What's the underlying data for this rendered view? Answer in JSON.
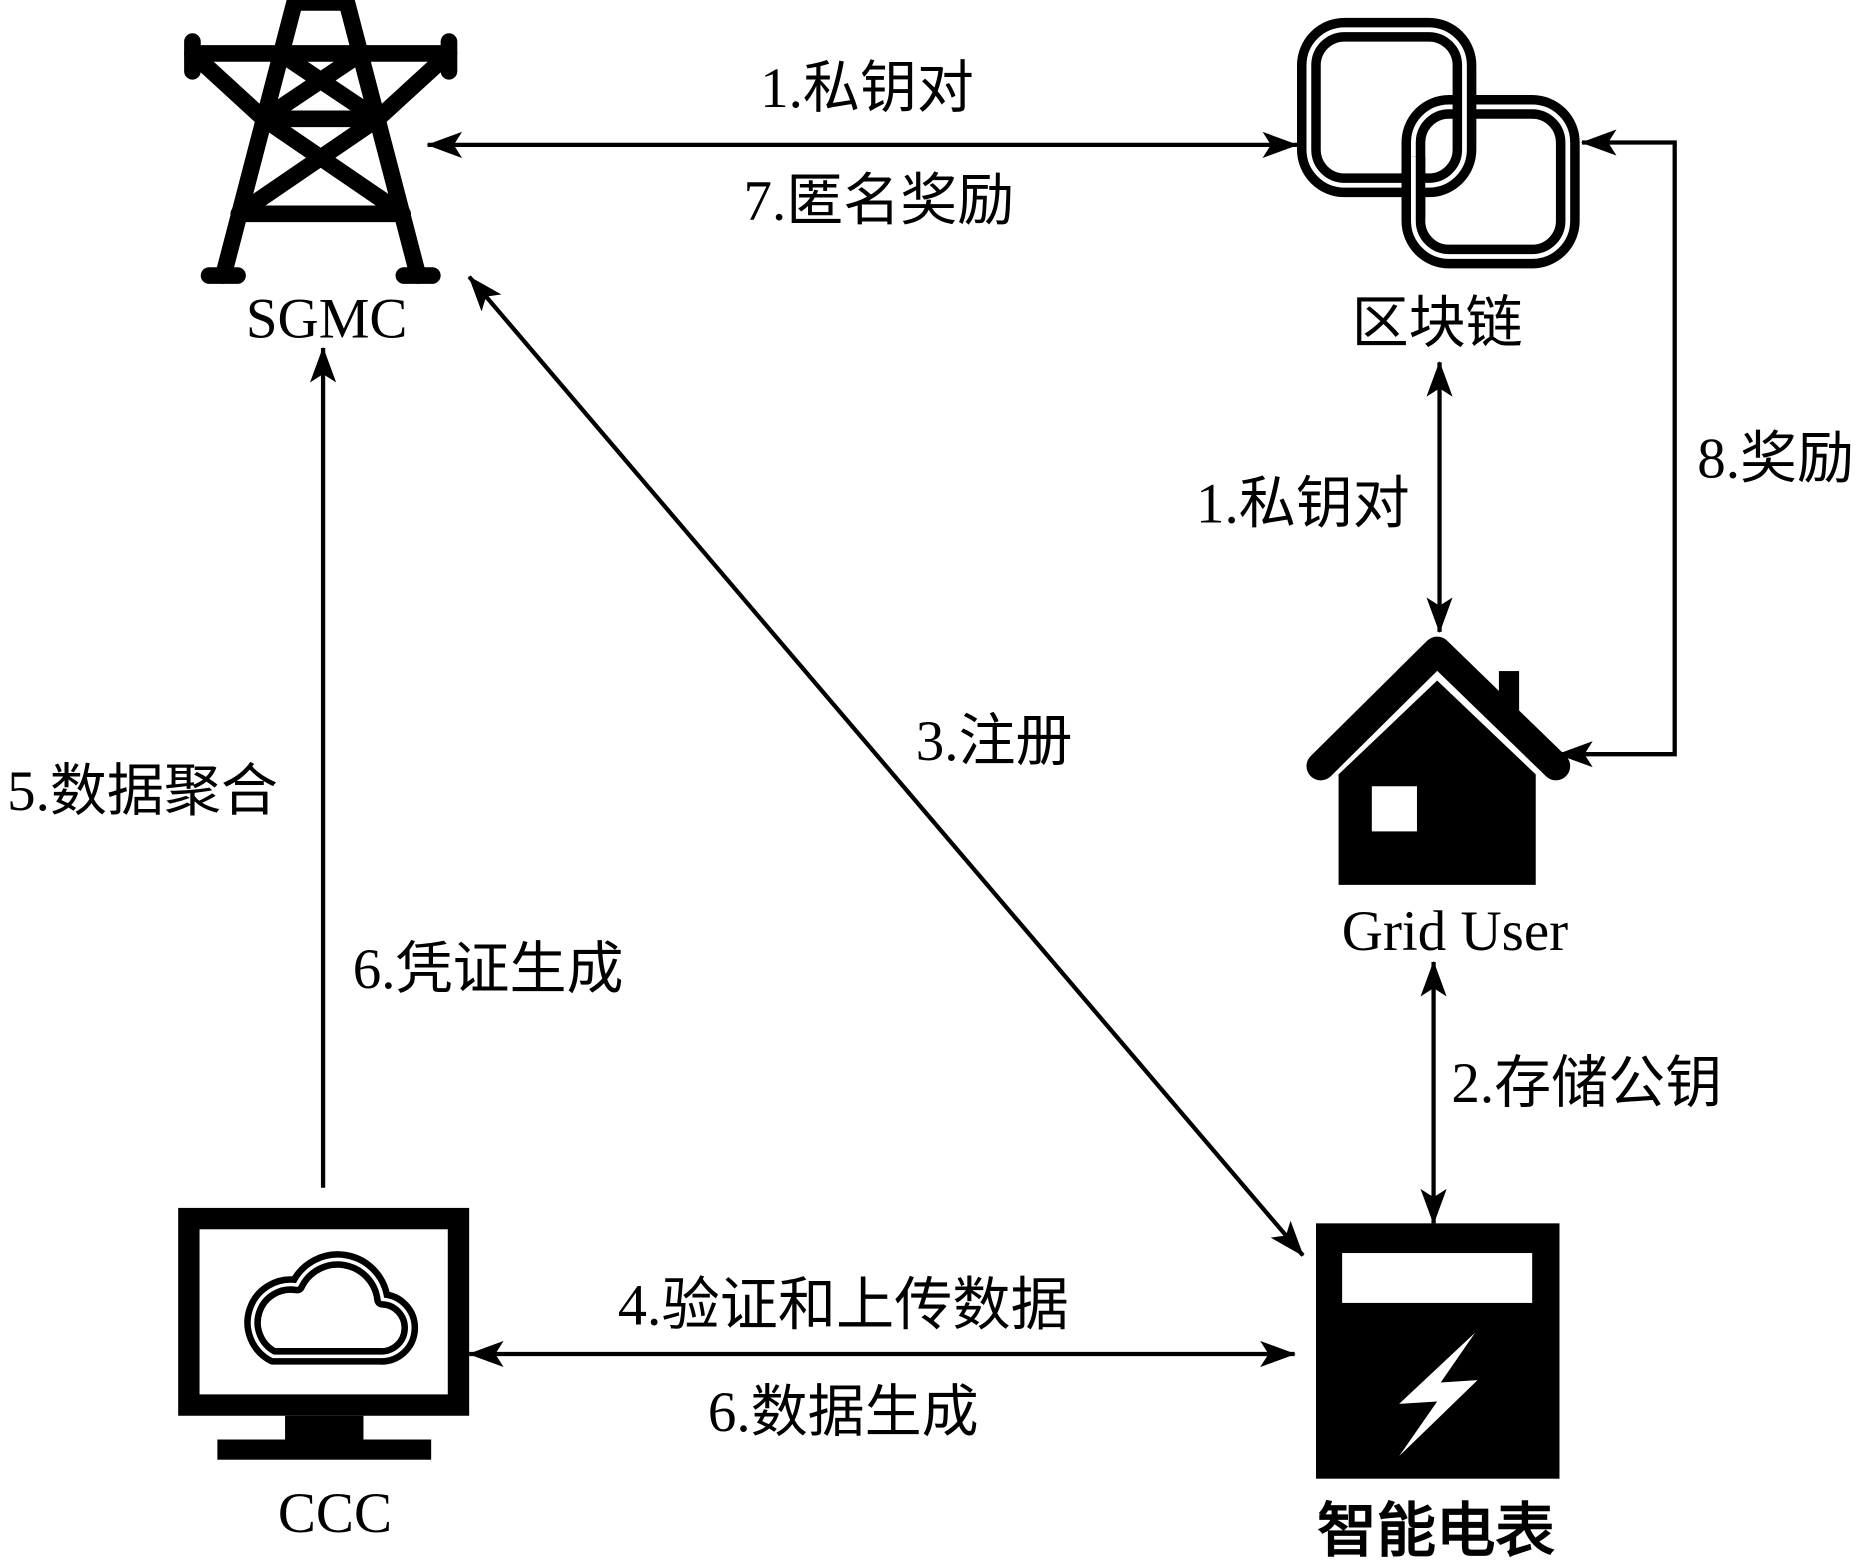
{
  "nodes": {
    "sgmc": {
      "label": "SGMC",
      "icon": "transmission-tower-icon"
    },
    "blockchain": {
      "label": "区块链",
      "icon": "blockchain-icon"
    },
    "grid_user": {
      "label": "Grid User",
      "icon": "house-icon"
    },
    "smart_meter": {
      "label": "智能电表",
      "icon": "smart-meter-icon"
    },
    "ccc": {
      "label": "CCC",
      "icon": "cloud-monitor-icon"
    }
  },
  "edges": {
    "sgmc_blockchain": {
      "label_above": "1.私钥对",
      "label_below": "7.匿名奖励"
    },
    "blockchain_grid_user": {
      "label": "1.私钥对"
    },
    "blockchain_grid_user_reward": {
      "label": "8.奖励"
    },
    "grid_user_smart_meter": {
      "label": "2.存储公钥"
    },
    "sgmc_smart_meter": {
      "label": "3.注册"
    },
    "ccc_smart_meter": {
      "label_above": "4.验证和上传数据",
      "label_below": "6.数据生成"
    },
    "ccc_sgmc": {
      "label_left": "5.数据聚合",
      "label_right": "6.凭证生成"
    }
  },
  "colors": {
    "foreground": "#000000",
    "background": "#ffffff"
  }
}
